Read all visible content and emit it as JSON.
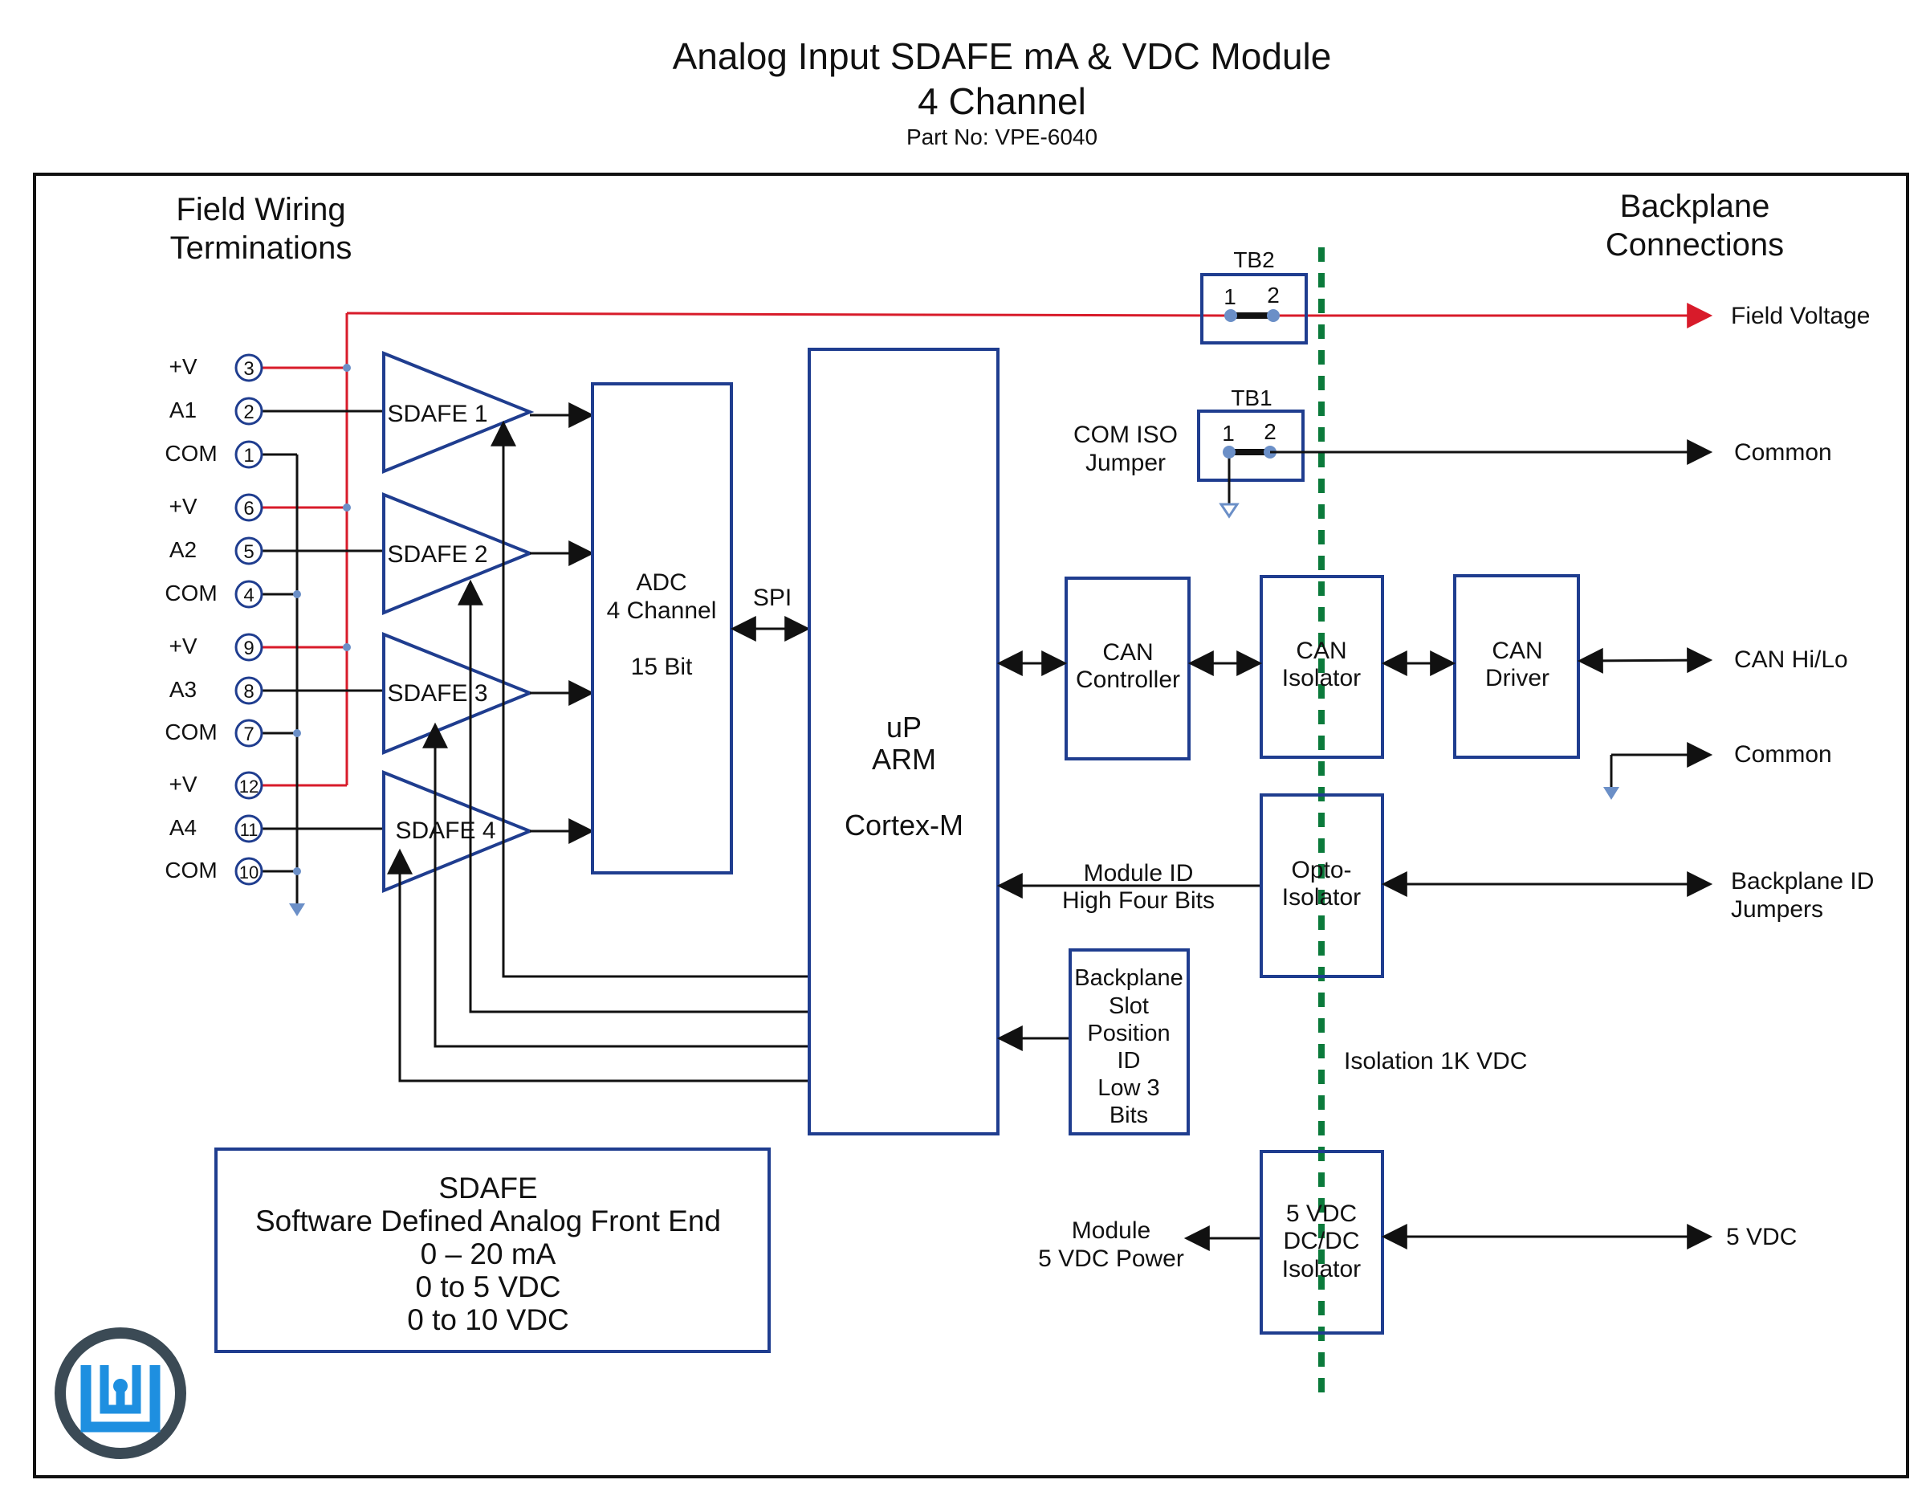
{
  "title": {
    "line1": "Analog Input SDAFE mA & VDC Module",
    "line2": "4 Channel",
    "part": "Part No: VPE-6040"
  },
  "headings": {
    "field": [
      "Field Wiring",
      "Terminations"
    ],
    "backplane": [
      "Backplane",
      "Connections"
    ]
  },
  "terminals": [
    {
      "label": "+V",
      "num": "3"
    },
    {
      "label": "A1",
      "num": "2"
    },
    {
      "label": "COM",
      "num": "1"
    },
    {
      "label": "+V",
      "num": "6"
    },
    {
      "label": "A2",
      "num": "5"
    },
    {
      "label": "COM",
      "num": "4"
    },
    {
      "label": "+V",
      "num": "9"
    },
    {
      "label": "A3",
      "num": "8"
    },
    {
      "label": "COM",
      "num": "7"
    },
    {
      "label": "+V",
      "num": "12"
    },
    {
      "label": "A4",
      "num": "11"
    },
    {
      "label": "COM",
      "num": "10"
    }
  ],
  "sdafe": [
    "SDAFE 1",
    "SDAFE 2",
    "SDAFE 3",
    "SDAFE 4"
  ],
  "adc": [
    "ADC",
    "4 Channel",
    "15 Bit"
  ],
  "spi": "SPI",
  "up": [
    "uP",
    "ARM",
    "Cortex-M"
  ],
  "tb2": {
    "name": "TB2",
    "p1": "1",
    "p2": "2"
  },
  "tb1": {
    "name": "TB1",
    "p1": "1",
    "p2": "2",
    "note": [
      "COM ISO",
      "Jumper"
    ]
  },
  "can_controller": [
    "CAN",
    "Controller"
  ],
  "can_isolator": [
    "CAN",
    "Isolator"
  ],
  "can_driver": [
    "CAN",
    "Driver"
  ],
  "opto": [
    "Opto-",
    "Isolator"
  ],
  "module_id": [
    "Module ID",
    "High Four Bits"
  ],
  "slot": [
    "Backplane",
    "Slot",
    "Position",
    "ID",
    "Low 3",
    "Bits"
  ],
  "isolation": "Isolation 1K VDC",
  "dcdc": [
    "5 VDC",
    "DC/DC",
    "Isolator"
  ],
  "module_power": [
    "Module",
    "5 VDC Power"
  ],
  "right_labels": {
    "field_voltage": "Field Voltage",
    "common1": "Common",
    "can": "CAN Hi/Lo",
    "common2": "Common",
    "bp_id": [
      "Backplane ID",
      "Jumpers"
    ],
    "vdc": "5 VDC"
  },
  "legend": [
    "SDAFE",
    "Software Defined Analog Front End",
    "0 – 20 mA",
    "0 to 5 VDC",
    "0 to 10 VDC"
  ],
  "colors": {
    "block": "#1f3d8f",
    "field_voltage": "#d81b2a",
    "isolation_barrier": "#0b7a3b",
    "ground": "#6b8fc7",
    "logo": "#3b4a55",
    "logo_accent": "#1e8fe0"
  },
  "logo_icon": "company-logo-icon"
}
